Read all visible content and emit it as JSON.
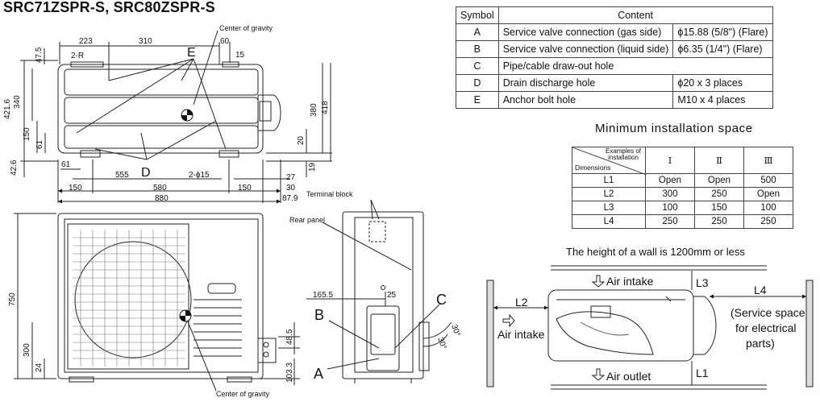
{
  "title": "SRC71ZSPR-S, SRC80ZSPR-S",
  "top_view": {
    "center_of_gravity": "Center of gravity",
    "dims": {
      "d223": "223",
      "d310": "310",
      "d60": "60",
      "d15": "15",
      "d47_5": "47.5",
      "d421_6": "421.6",
      "d340": "340",
      "d150": "150",
      "d61v": "61",
      "d42_6": "42.6",
      "d61h": "61",
      "d555": "555",
      "d2phi15": "2-ϕ15",
      "d380": "380",
      "d418": "418",
      "d20": "20",
      "d19": "19",
      "d27": "27",
      "d30": "30",
      "d150a": "150",
      "d580": "580",
      "d150b": "150",
      "d880": "880",
      "d87_9": "87.9",
      "d2r": "2-R"
    },
    "label_e": "E",
    "label_d": "D"
  },
  "front_view": {
    "center_of_gravity": "Center of gravity",
    "dims": {
      "d750": "750",
      "d300": "300",
      "d24": "24",
      "d48_5": "48.5",
      "d103_3": "103.3"
    }
  },
  "side_view": {
    "terminal_block": "Terminal block",
    "rear_panel": "Rear panel",
    "dims": {
      "d165_5": "165.5",
      "d25": "25",
      "d30a": "30°",
      "d30b": "30°"
    },
    "label_a": "A",
    "label_b": "B",
    "label_c": "C"
  },
  "symbol_table": {
    "headers": [
      "Symbol",
      "Content"
    ],
    "rows": [
      {
        "symbol": "A",
        "content": "Service valve connection (gas side)",
        "spec": "ϕ15.88 (5/8\") (Flare)"
      },
      {
        "symbol": "B",
        "content": "Service valve connection (liquid side)",
        "spec": "ϕ6.35 (1/4\") (Flare)"
      },
      {
        "symbol": "C",
        "content": "Pipe/cable draw-out hole",
        "spec": ""
      },
      {
        "symbol": "D",
        "content": "Drain discharge hole",
        "spec": "ϕ20 x 3 places"
      },
      {
        "symbol": "E",
        "content": "Anchor bolt hole",
        "spec": "M10 x 4 places"
      }
    ]
  },
  "min_space": {
    "title": "Minimum installation space",
    "corner_top": "Examples of installation",
    "corner_bottom": "Dimensions",
    "columns": [
      "Ⅰ",
      "Ⅱ",
      "Ⅲ"
    ],
    "rows": [
      {
        "label": "L1",
        "values": [
          "Open",
          "Open",
          "500"
        ]
      },
      {
        "label": "L2",
        "values": [
          "300",
          "250",
          "Open"
        ]
      },
      {
        "label": "L3",
        "values": [
          "100",
          "150",
          "100"
        ]
      },
      {
        "label": "L4",
        "values": [
          "250",
          "250",
          "250"
        ]
      }
    ]
  },
  "install": {
    "wall_note": "The height of a wall is 1200mm or less",
    "air_intake_top": "Air intake",
    "air_intake_left": "Air intake",
    "air_outlet": "Air outlet",
    "l1": "L1",
    "l2": "L2",
    "l3": "L3",
    "l4": "L4",
    "service_space": [
      "(Service space",
      "for electrical",
      "parts)"
    ]
  }
}
